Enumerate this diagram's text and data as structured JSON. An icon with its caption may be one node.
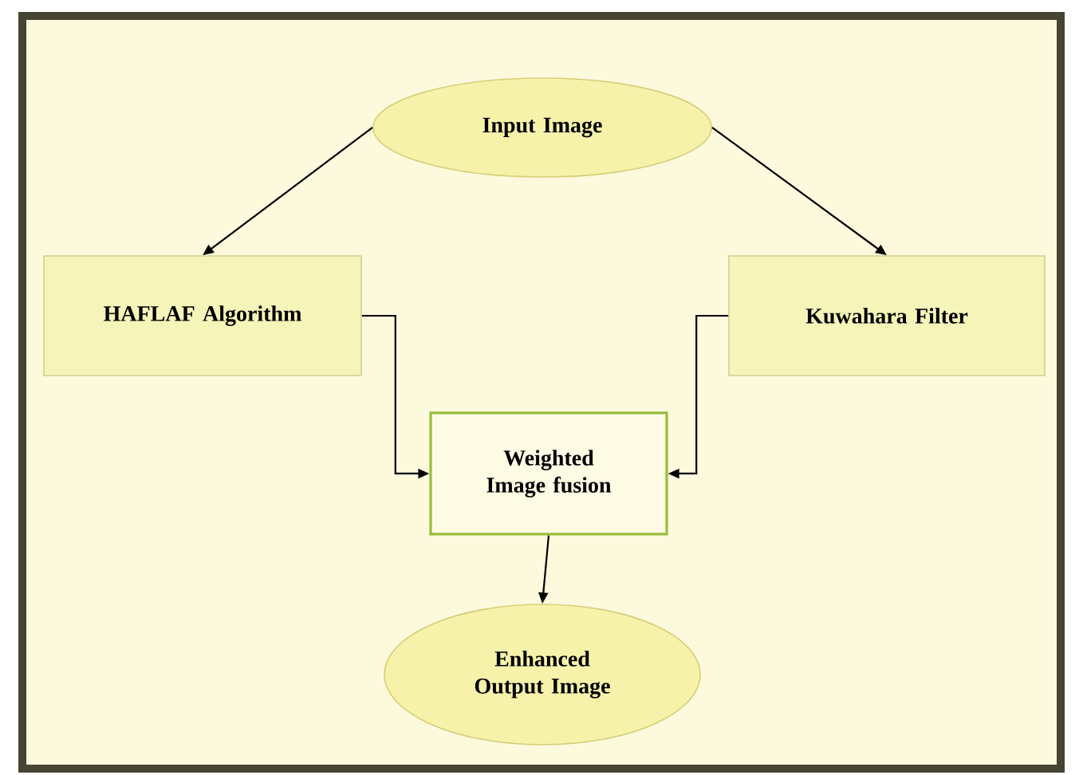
{
  "diagram": {
    "nodes": [
      {
        "text": [
          "Input Image"
        ]
      },
      {
        "text": [
          "HAFLAF Algorithm"
        ]
      },
      {
        "text": [
          "Kuwahara Filter"
        ]
      },
      {
        "text": [
          "Weighted Image fusion"
        ]
      },
      {
        "text": [
          "Enhanced Output Image"
        ]
      }
    ],
    "edges": [
      {
        "from": 0,
        "to": 1,
        "arrow": "to"
      },
      {
        "from": 0,
        "to": 2,
        "arrow": "to"
      },
      {
        "from": 1,
        "to": 3,
        "arrow": "to"
      },
      {
        "from": 2,
        "to": 3,
        "arrow": "to"
      },
      {
        "from": 3,
        "to": 4,
        "arrow": "to"
      }
    ]
  }
}
